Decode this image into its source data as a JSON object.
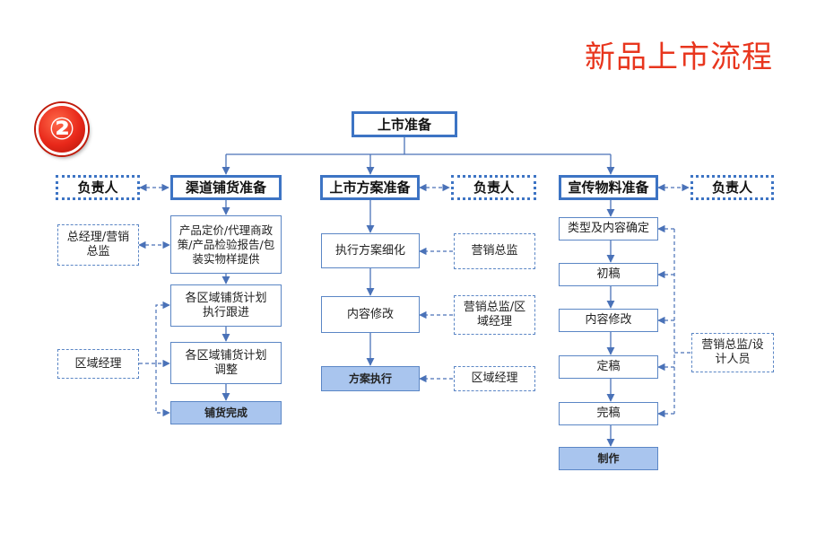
{
  "title": "新品上市流程",
  "badge": "②",
  "top": "上市准备",
  "columns": {
    "channel": {
      "header": "渠道铺货准备",
      "owner": "负责人",
      "steps": [
        "产品定价/代理商政策/产品检验报告/包装实物样提供",
        "各区域铺货计划执行跟进",
        "各区域铺货计划调整"
      ],
      "final": "铺货完成",
      "roles": [
        "总经理/营销总监",
        "区域经理"
      ]
    },
    "plan": {
      "header": "上市方案准备",
      "owner": "负责人",
      "steps": [
        "执行方案细化",
        "内容修改"
      ],
      "final": "方案执行",
      "roles": [
        "营销总监",
        "营销总监/区域经理",
        "区域经理"
      ]
    },
    "promo": {
      "header": "宣传物料准备",
      "owner": "负责人",
      "steps": [
        "类型及内容确定",
        "初稿",
        "内容修改",
        "定稿",
        "完稿"
      ],
      "final": "制作",
      "roles": [
        "营销总监/设计人员"
      ]
    }
  }
}
